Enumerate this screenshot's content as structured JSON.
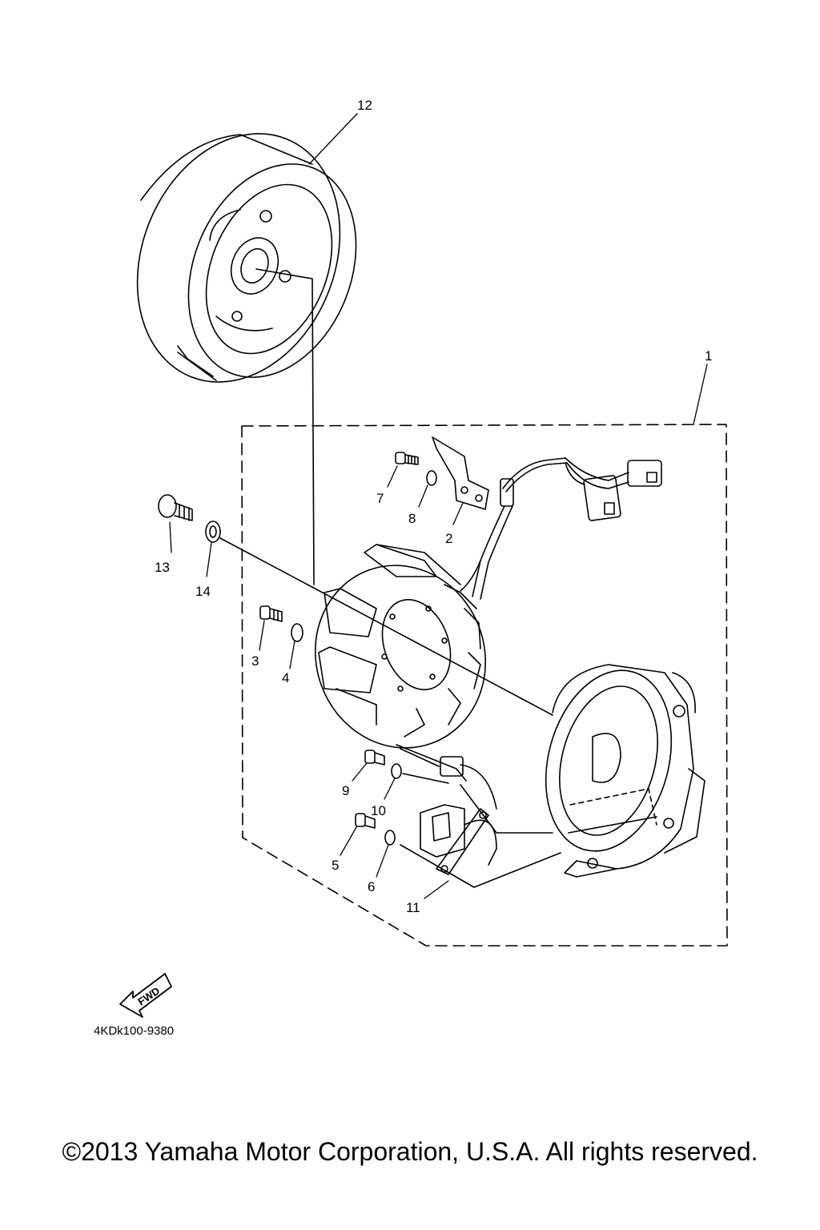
{
  "diagram": {
    "callouts": {
      "c1": "1",
      "c2": "2",
      "c3": "3",
      "c4": "4",
      "c5": "5",
      "c6": "6",
      "c7": "7",
      "c8": "8",
      "c9": "9",
      "c10": "10",
      "c11": "11",
      "c12": "12",
      "c13": "13",
      "c14": "14"
    },
    "fwd_label": "FWD",
    "drawing_code": "4KDk100-9380"
  },
  "footer": {
    "copyright": "©2013 Yamaha Motor Corporation, U.S.A. All rights reserved."
  }
}
